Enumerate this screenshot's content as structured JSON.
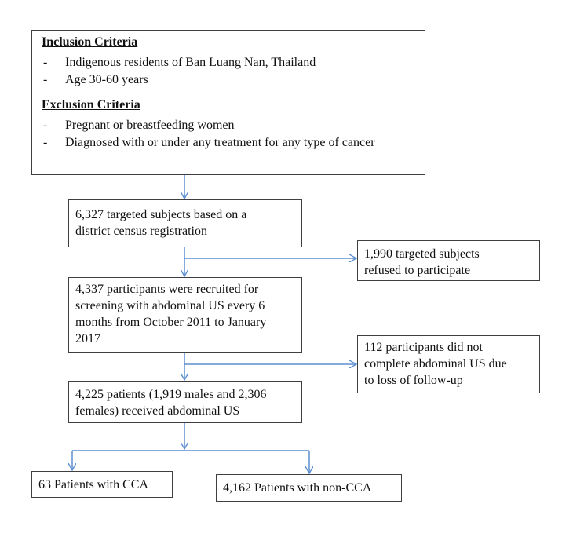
{
  "criteria": {
    "inclusion_title": "Inclusion Criteria",
    "inclusion_items": [
      "Indigenous residents of Ban Luang Nan, Thailand",
      "Age 30-60 years"
    ],
    "exclusion_title": "Exclusion Criteria",
    "exclusion_items": [
      "Pregnant or breastfeeding women",
      "Diagnosed with or under any treatment for any type of cancer"
    ]
  },
  "boxes": {
    "targeted": [
      "6,327 targeted subjects based on a",
      "district census registration"
    ],
    "refused": [
      "1,990 targeted subjects",
      "refused to participate"
    ],
    "recruited": [
      "4,337 participants were recruited for",
      "screening with abdominal US every 6",
      "months from October 2011 to January",
      "2017"
    ],
    "not_completed": [
      "112 participants did not",
      "complete abdominal US due",
      "to loss of follow-up"
    ],
    "received": [
      "4,225 patients (1,919 males and 2,306",
      "females) received abdominal US"
    ],
    "cca": "63 Patients with CCA",
    "non_cca": "4,162 Patients with non-CCA"
  },
  "colors": {
    "arrow": "#5b8fd0",
    "border": "#3f3f3f"
  }
}
